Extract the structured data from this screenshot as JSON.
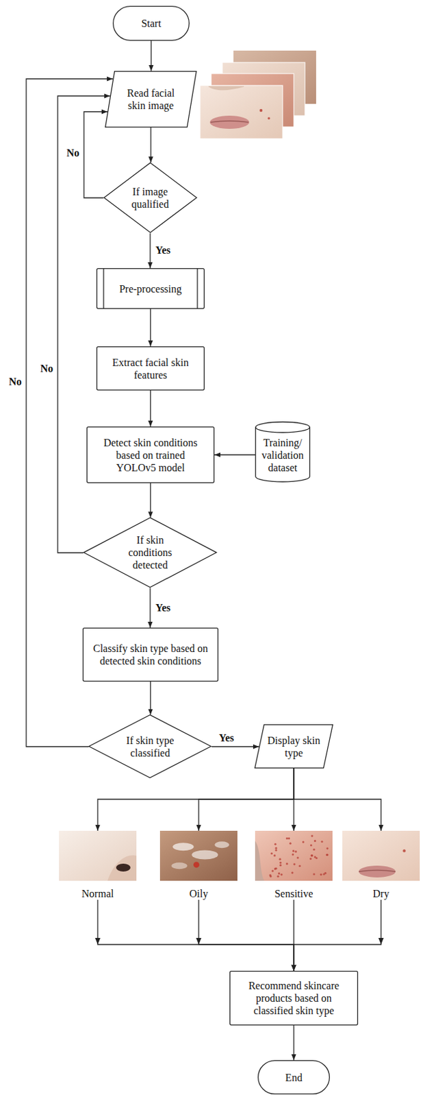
{
  "diagram": {
    "nodes": [
      {
        "text": [
          "Start"
        ]
      },
      {
        "text": [
          "Read facial skin image"
        ]
      },
      {
        "text": [
          "If image qualified"
        ]
      },
      {
        "text": [
          "Pre-processing"
        ]
      },
      {
        "text": [
          "Extract facial skin features"
        ]
      },
      {
        "text": [
          "Detect skin conditions based on trained YOLOv5 model"
        ]
      },
      {
        "text": [
          "Training/ validation dataset"
        ]
      },
      {
        "text": [
          "If skin conditions detected"
        ]
      },
      {
        "text": [
          "Classify skin type based on detected skin conditions"
        ]
      },
      {
        "text": [
          "If skin type classified"
        ]
      },
      {
        "text": [
          "Display skin type"
        ]
      },
      {
        "text": [
          "Normal"
        ]
      },
      {
        "text": [
          "Oily"
        ]
      },
      {
        "text": [
          "Sensitive"
        ]
      },
      {
        "text": [
          "Dry"
        ]
      },
      {
        "text": [
          "Recommend skincare products based on classified skin type"
        ]
      },
      {
        "text": [
          "End"
        ]
      }
    ],
    "edges": [
      {
        "from": 0,
        "to": 1,
        "arrow": "to"
      },
      {
        "from": 1,
        "to": 2,
        "arrow": "to"
      },
      {
        "from": 2,
        "to": 1,
        "label": "No",
        "arrow": "to"
      },
      {
        "from": 2,
        "to": 3,
        "label": "Yes",
        "arrow": "to"
      },
      {
        "from": 3,
        "to": 4,
        "arrow": "to"
      },
      {
        "from": 4,
        "to": 5,
        "arrow": "to"
      },
      {
        "from": 6,
        "to": 5,
        "arrow": "to"
      },
      {
        "from": 5,
        "to": 7,
        "arrow": "to"
      },
      {
        "from": 7,
        "to": 1,
        "label": "No",
        "arrow": "to"
      },
      {
        "from": 7,
        "to": 8,
        "label": "Yes",
        "arrow": "to"
      },
      {
        "from": 8,
        "to": 9,
        "arrow": "to"
      },
      {
        "from": 9,
        "to": 1,
        "label": "No",
        "arrow": "to"
      },
      {
        "from": 9,
        "to": 10,
        "label": "Yes",
        "arrow": "to"
      },
      {
        "from": 10,
        "to": 11,
        "arrow": "to"
      },
      {
        "from": 10,
        "to": 12,
        "arrow": "to"
      },
      {
        "from": 10,
        "to": 13,
        "arrow": "to"
      },
      {
        "from": 10,
        "to": 14,
        "arrow": "to"
      },
      {
        "from": 11,
        "to": 15,
        "arrow": "to"
      },
      {
        "from": 12,
        "to": 15,
        "arrow": "to"
      },
      {
        "from": 13,
        "to": 15,
        "arrow": "to"
      },
      {
        "from": 14,
        "to": 15,
        "arrow": "to"
      },
      {
        "from": 15,
        "to": 16,
        "arrow": "to"
      }
    ]
  }
}
